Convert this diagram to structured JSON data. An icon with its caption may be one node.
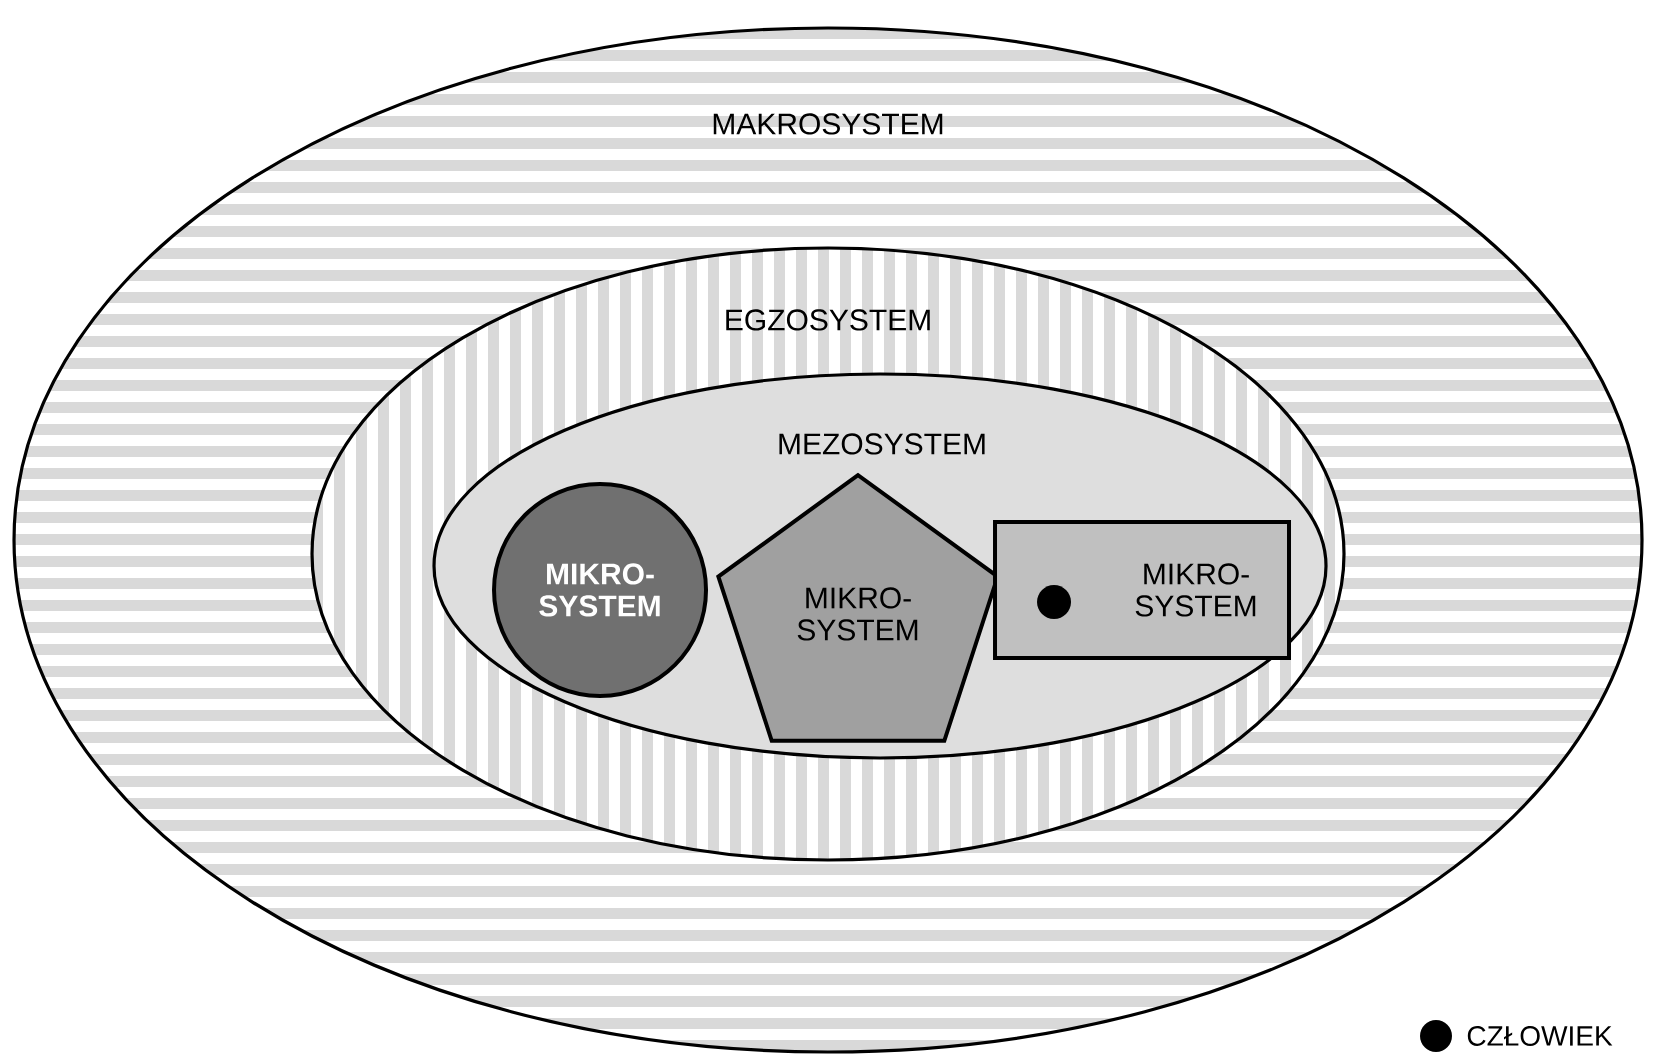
{
  "diagram": {
    "nodes": [
      {
        "text": [
          "MAKROSYSTEM"
        ]
      },
      {
        "text": [
          "EGZOSYSTEM"
        ],
        "in": 0
      },
      {
        "text": [
          "MEZOSYSTEM"
        ],
        "in": 1
      },
      {
        "text": [
          "MIKRO- SYSTEM"
        ],
        "in": 2
      },
      {
        "text": [
          "MIKRO- SYSTEM"
        ],
        "in": 2
      },
      {
        "text": [
          "MIKRO- SYSTEM"
        ],
        "in": 2
      }
    ],
    "legend": [
      {
        "text": "CZŁOWIEK"
      }
    ]
  }
}
